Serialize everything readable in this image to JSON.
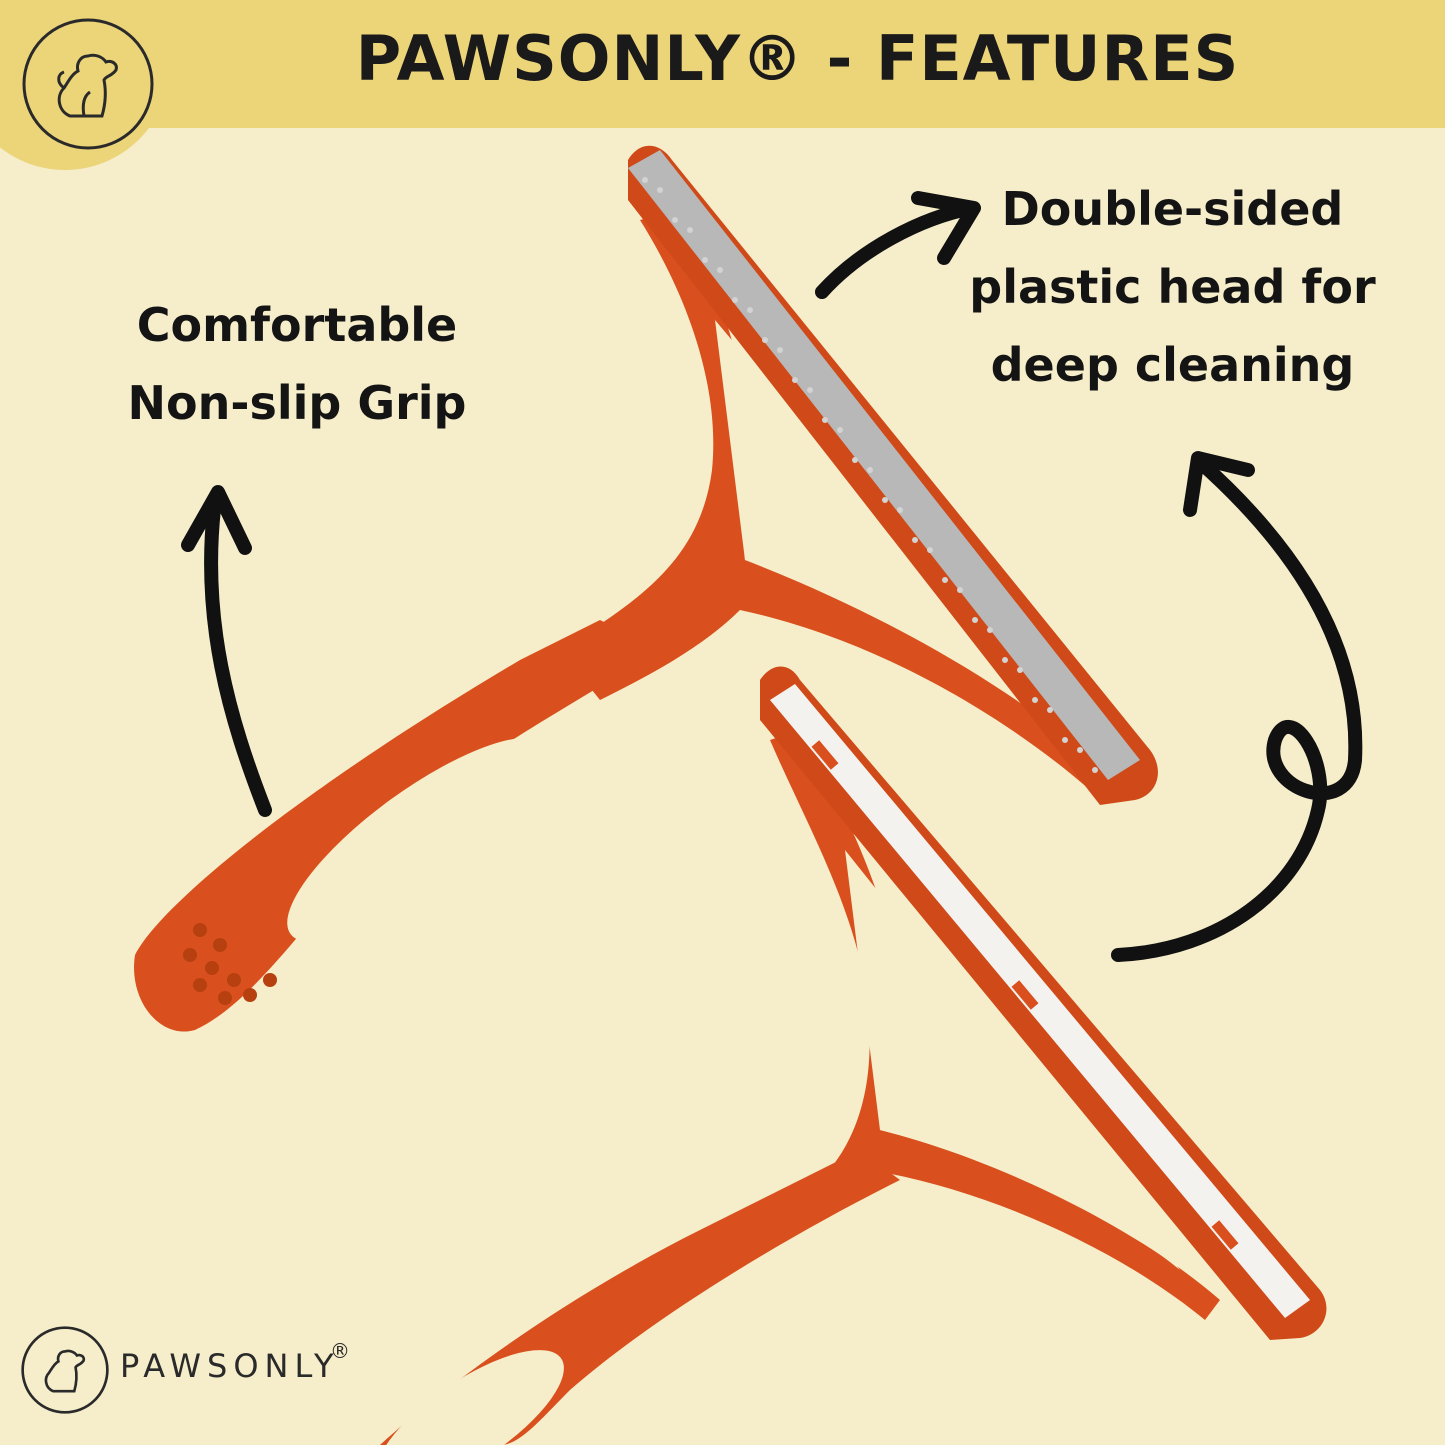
{
  "header": {
    "title": "PAWSONLY® - FEATURES"
  },
  "features": [
    {
      "id": "grip",
      "lines": [
        "Comfortable",
        "Non-slip Grip"
      ]
    },
    {
      "id": "head",
      "lines": [
        "Double-sided",
        "plastic head for",
        "deep cleaning"
      ]
    }
  ],
  "footer": {
    "brand_name": "PAWSONLY",
    "registered_mark": "®"
  },
  "colors": {
    "background": "#f6eecb",
    "banner": "#ecd479",
    "tool_orange": "#d9501e",
    "head_gray": "#b8b8b8",
    "head_white": "#f4f2ee",
    "ink": "#141414"
  },
  "icons": {
    "logo": "dog-and-cat-silhouette-icon",
    "arrows": [
      "arrow-up-icon",
      "arrow-up-right-icon",
      "curly-arrow-up-icon"
    ]
  }
}
